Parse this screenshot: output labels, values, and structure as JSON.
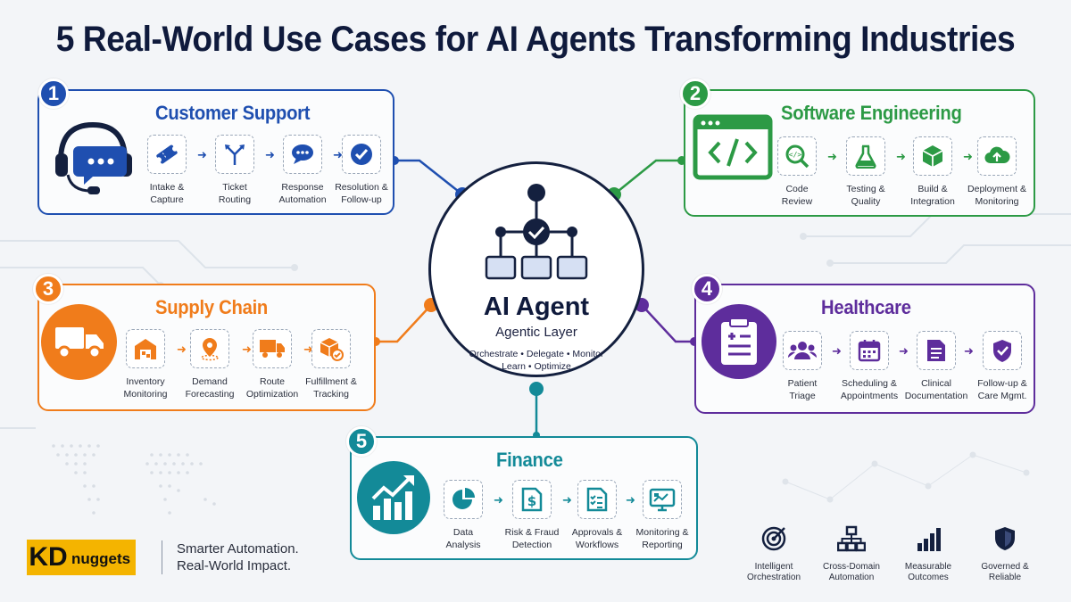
{
  "title": "5 Real-World Use Cases for AI Agents Transforming Industries",
  "hub": {
    "title": "AI Agent",
    "subtitle": "Agentic Layer",
    "tagline": "Orchestrate • Delegate • Monitor\nLearn • Optimize"
  },
  "colors": {
    "customer_support": "#1f4fb0",
    "software_engineering": "#2c9a45",
    "supply_chain": "#f07c1b",
    "healthcare": "#5e2d9c",
    "finance": "#138a98",
    "navy": "#14203f"
  },
  "cards": {
    "customer_support": {
      "number": "1",
      "title": "Customer Support",
      "icon": "headset-chat-icon",
      "steps": [
        {
          "icon": "ticket-icon",
          "label": "Intake &\nCapture"
        },
        {
          "icon": "routing-icon",
          "label": "Ticket\nRouting"
        },
        {
          "icon": "chat-bubble-icon",
          "label": "Response\nAutomation"
        },
        {
          "icon": "check-circle-icon",
          "label": "Resolution &\nFollow-up"
        }
      ]
    },
    "software_engineering": {
      "number": "2",
      "title": "Software Engineering",
      "icon": "code-window-icon",
      "steps": [
        {
          "icon": "code-search-icon",
          "label": "Code\nReview"
        },
        {
          "icon": "flask-icon",
          "label": "Testing &\nQuality"
        },
        {
          "icon": "package-icon",
          "label": "Build &\nIntegration"
        },
        {
          "icon": "cloud-upload-icon",
          "label": "Deployment &\nMonitoring"
        }
      ]
    },
    "supply_chain": {
      "number": "3",
      "title": "Supply Chain",
      "icon": "truck-icon",
      "steps": [
        {
          "icon": "warehouse-icon",
          "label": "Inventory\nMonitoring"
        },
        {
          "icon": "location-pin-icon",
          "label": "Demand\nForecasting"
        },
        {
          "icon": "delivery-truck-icon",
          "label": "Route\nOptimization"
        },
        {
          "icon": "box-check-icon",
          "label": "Fulfillment &\nTracking"
        }
      ]
    },
    "healthcare": {
      "number": "4",
      "title": "Healthcare",
      "icon": "medical-clipboard-icon",
      "steps": [
        {
          "icon": "patients-icon",
          "label": "Patient\nTriage"
        },
        {
          "icon": "calendar-icon",
          "label": "Scheduling &\nAppointments"
        },
        {
          "icon": "document-icon",
          "label": "Clinical\nDocumentation"
        },
        {
          "icon": "shield-check-icon",
          "label": "Follow-up &\nCare Mgmt."
        }
      ]
    },
    "finance": {
      "number": "5",
      "title": "Finance",
      "icon": "growth-chart-icon",
      "steps": [
        {
          "icon": "pie-chart-icon",
          "label": "Data\nAnalysis"
        },
        {
          "icon": "dollar-document-icon",
          "label": "Risk & Fraud\nDetection"
        },
        {
          "icon": "checklist-icon",
          "label": "Approvals &\nWorkflows"
        },
        {
          "icon": "monitor-chart-icon",
          "label": "Monitoring &\nReporting"
        }
      ]
    }
  },
  "footer": {
    "logo_kd": "KD",
    "logo_rest": "nuggets",
    "tagline": "Smarter Automation.\nReal-World Impact.",
    "features": [
      {
        "icon": "target-icon",
        "label": "Intelligent\nOrchestration"
      },
      {
        "icon": "hierarchy-icon",
        "label": "Cross-Domain\nAutomation"
      },
      {
        "icon": "bar-growth-icon",
        "label": "Measurable\nOutcomes"
      },
      {
        "icon": "shield-icon",
        "label": "Governed &\nReliable"
      }
    ]
  }
}
